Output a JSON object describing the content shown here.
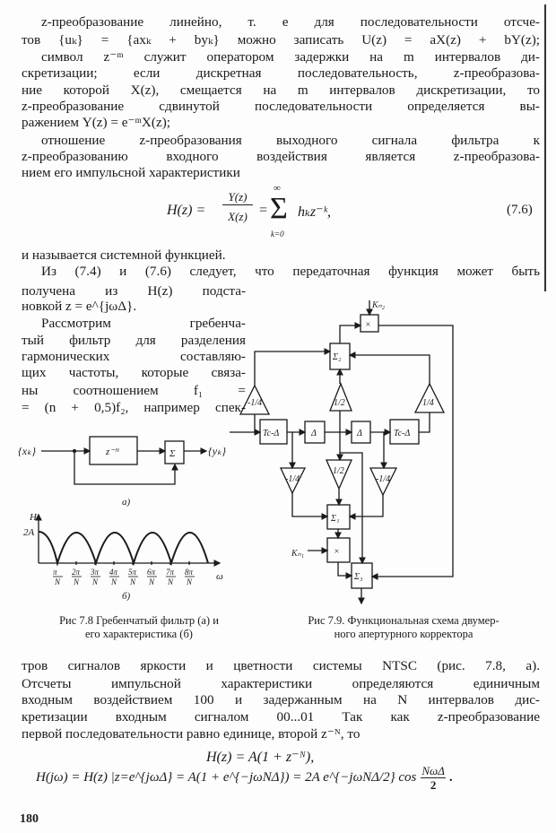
{
  "text_top": [
    "z-преобразование линейно, т. е для последовательности отсче-",
    "тов {uₖ} = {axₖ + byₖ} можно записать U(z) = aX(z) + bY(z);",
    "символ z⁻ᵐ служит оператором задержки на m интервалов ди-",
    "скретизации; если дискретная последовательность, z-преобразова-",
    "ние которой X(z), смещается на m интервалов дискретизации, то",
    "z-преобразование сдвинутой последовательности определяется вы-",
    "ражением Y(z) = e⁻ᵐX(z);",
    "отношение z-преобразования выходного сигнала фильтра к",
    "z-преобразованию входного воздействия является z-преобразова-",
    "нием его импульсной характеристики"
  ],
  "equation_7_6": {
    "lhs": "H(z) =",
    "num": "Y(z)",
    "den": "X(z)",
    "eq": "=",
    "sum": "Σ",
    "sum_top": "∞",
    "sum_bottom": "k=0",
    "term": "hₖz⁻ᵏ,",
    "number": "(7.6)"
  },
  "text_mid": [
    "и называется системной функцией.",
    "Из (7.4) и (7.6) следует, что передаточная функция может быть",
    "получена из H(z) подста-",
    "новкой z = e^{jωΔ}.",
    "Рассмотрим гребенча-",
    "тый фильтр для разделения",
    "гармонических составляю-",
    "щих частоты, которые связа-",
    "ны соотношением f₁ =",
    "= (n + 0,5)f₂, например спек-"
  ],
  "fig_7_8": {
    "input": "{xₖ}",
    "delay": "z⁻ᴺ",
    "sum": "Σ",
    "output": "{yₖ}",
    "label_a": "а)",
    "y_axis": "H",
    "y_tick": "2A",
    "x_axis": "ω",
    "x_ticks_num": [
      "π",
      "2π",
      "3π",
      "4π",
      "5π",
      "6π",
      "7π",
      "8π"
    ],
    "x_ticks_den": "N",
    "label_b": "б)",
    "caption_1": "Рис 7.8 Гребенчатый фильтр (а) и",
    "caption_2": "его характеристика (б)"
  },
  "fig_7_9": {
    "k_n2": "Kₙ₂",
    "k_n1": "Kₙ₁",
    "mult": "×",
    "sigma1": "Σ₁",
    "sigma2": "Σ₂",
    "sigma3": "Σ₃",
    "tc_delta": "Tc-Δ",
    "delta": "Δ",
    "gain_neg_quarter": "-1/4",
    "gain_half": "1/2",
    "gain_quarter": "1/4",
    "caption_1": "Рис 7.9. Функциональная схема двумер-",
    "caption_2": "ного апертурного корректора"
  },
  "text_bottom": [
    "тров сигналов яркости и цветности системы NTSC (рис. 7.8, а).",
    "Отсчеты импульсной характеристики определяются единичным",
    "входным воздействием 100 и задержанным на N интервалов дис-",
    "кретизации входным сигналом 00...01 Так как z-преобразование",
    "первой последовательности равно единице, второй z⁻ᴺ, то"
  ],
  "eq_final_1": "H(z) = A(1 + z⁻ᴺ),",
  "eq_final_2": "H(jω) = H(z) |z=e^{jωΔ} = A(1 + e^{−jωNΔ}) = 2A e^{−jωNΔ/2} cos",
  "eq_final_frac_num": "NωΔ",
  "eq_final_frac_den": "2",
  "eq_final_end": ".",
  "page_number": "180"
}
